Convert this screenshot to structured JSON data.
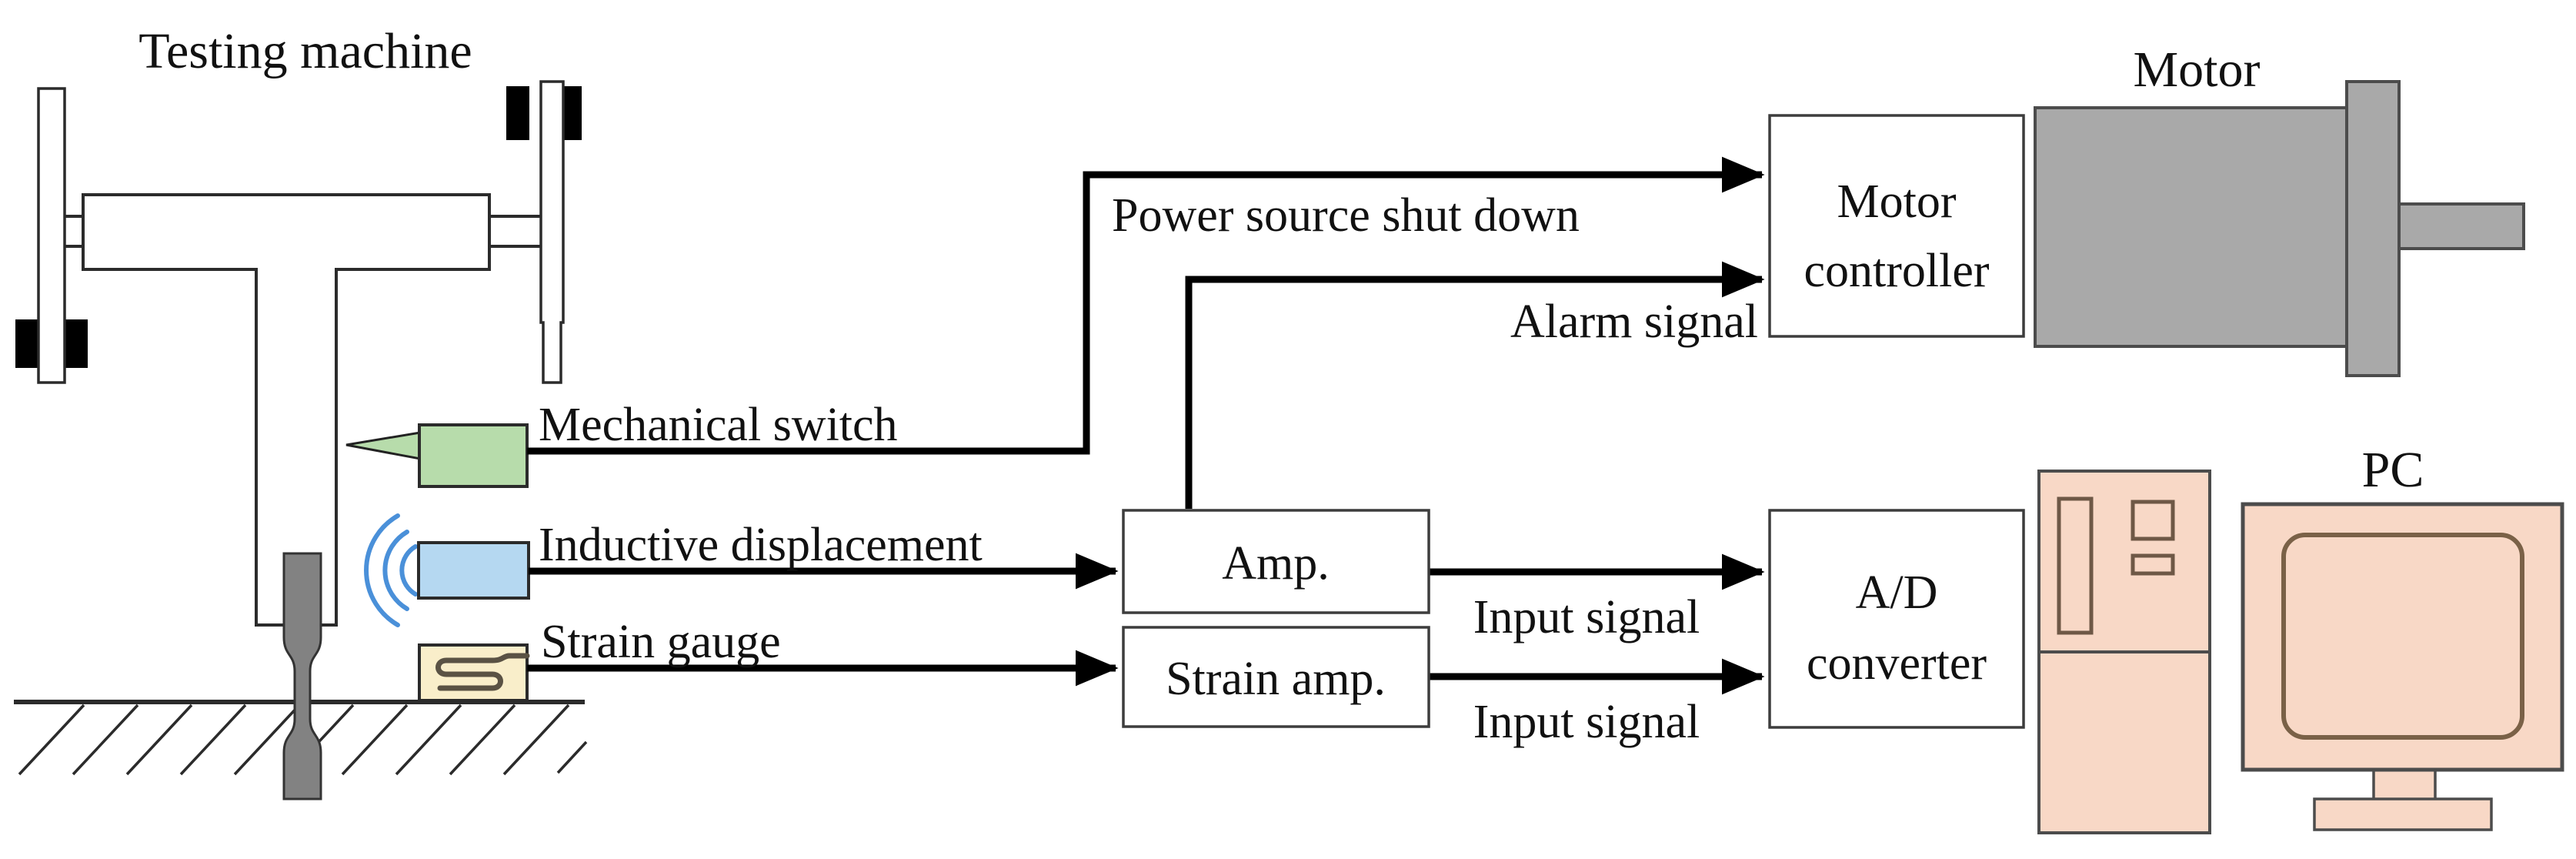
{
  "diagram": {
    "machine": {
      "title": "Testing machine"
    },
    "sensors": [
      {
        "id": "mechanical-switch",
        "label": "Mechanical switch"
      },
      {
        "id": "inductive-displacement",
        "label": "Inductive displacement"
      },
      {
        "id": "strain-gauge",
        "label": "Strain gauge"
      }
    ],
    "nodes": {
      "amp": {
        "label": "Amp."
      },
      "strain_amp": {
        "label": "Strain amp."
      },
      "motor_controller": {
        "line1": "Motor",
        "line2": "controller"
      },
      "ad_converter": {
        "line1": "A/D",
        "line2": "converter"
      },
      "motor": {
        "label": "Motor"
      },
      "pc": {
        "label": "PC"
      }
    },
    "signals": {
      "power": "Power source shut down",
      "alarm": "Alarm signal",
      "input_top": "Input signal",
      "input_bottom": "Input signal"
    }
  },
  "colors": {
    "switch_green": "#b7dcab",
    "sensor_blue": "#b5d8f1",
    "gauge_beige": "#f9eeca",
    "wave_blue": "#4a90d9",
    "device_salmon": "#f8d8c6",
    "motor_gray": "#a9a9a9",
    "specimen_gray": "#828282",
    "line_black": "#000000"
  }
}
